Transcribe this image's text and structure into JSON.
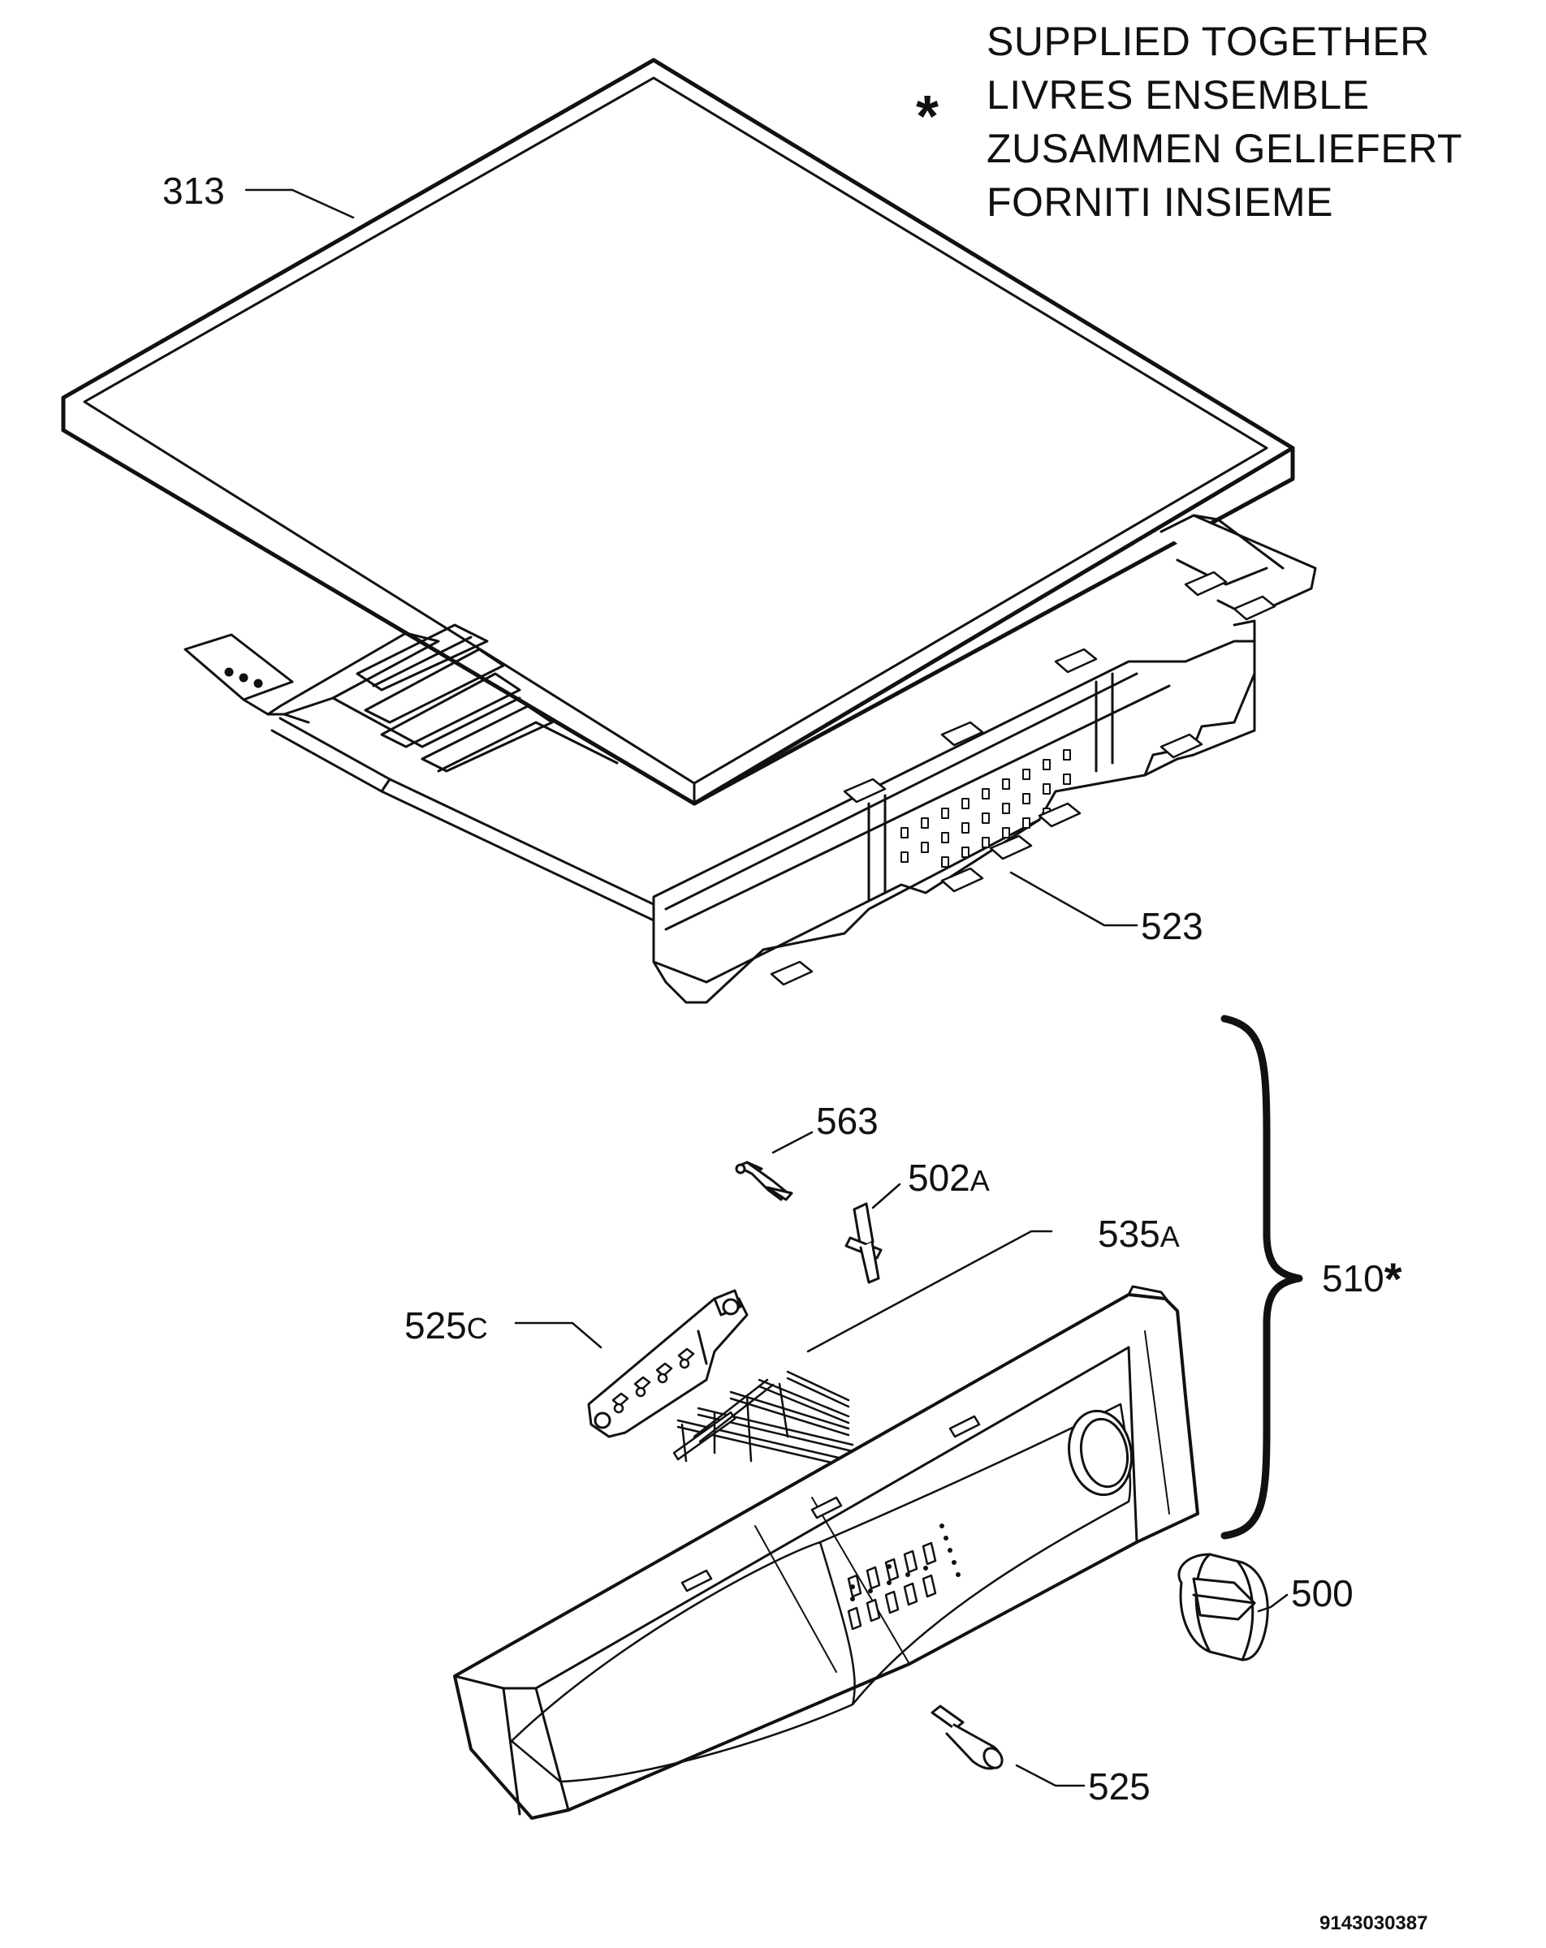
{
  "legend": {
    "marker": "*",
    "lines": [
      "SUPPLIED TOGETHER",
      "LIVRES ENSEMBLE",
      "ZUSAMMEN GELIEFERT",
      "FORNITI INSIEME"
    ]
  },
  "parts": {
    "p313": "313",
    "p523": "523",
    "p563": "563",
    "p502a": "502",
    "p502a_suffix": "A",
    "p535a": "535",
    "p535a_suffix": "A",
    "p525c": "525",
    "p525c_suffix": "C",
    "p510": "510",
    "p510_marker": "*",
    "p500": "500",
    "p525": "525"
  },
  "document_number": "9143030387"
}
